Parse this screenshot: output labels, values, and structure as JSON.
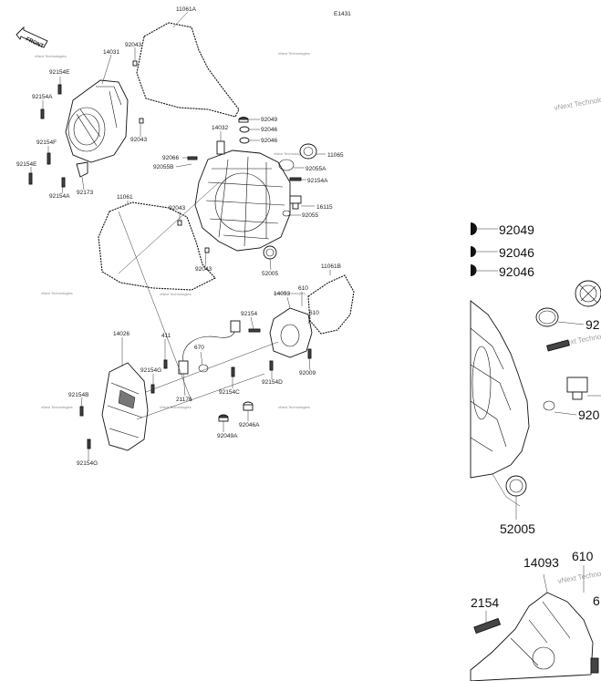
{
  "diagram_code": "E1431",
  "front_label": "FRONT",
  "watermark": "vNext Technologies",
  "labels": {
    "l11061A": "11061A",
    "l14031": "14031",
    "l92043a": "92043",
    "l92154E": "92154E",
    "l92154Aa": "92154A",
    "l92043b": "92043",
    "l92154F": "92154F",
    "l92154Eb": "92154E",
    "l92154Ab": "92154A",
    "l92173": "92173",
    "l14032": "14032",
    "l92049": "92049",
    "l92046a": "92046",
    "l92046b": "92046",
    "l11065": "11065",
    "l92066": "92066",
    "l92055B": "92055B",
    "l92055A": "92055A",
    "l92154Ac": "92154A",
    "l11061": "11061",
    "l92043c": "92043",
    "l16115": "16115",
    "l92055": "92055",
    "l92043d": "92043",
    "l52005": "52005",
    "l11061B": "11061B",
    "l14093": "14093",
    "l610a": "610",
    "l610b": "610",
    "l92154": "92154",
    "l14026": "14026",
    "l411": "411",
    "l670": "670",
    "l92154G": "92154G",
    "l92009": "92009",
    "l92154B": "92154B",
    "l21176": "21176",
    "l92154C": "92154C",
    "l92154D": "92154D",
    "l92046A": "92046A",
    "l92049A": "92049A",
    "l92154Gb": "92154G"
  },
  "zoom_labels": {
    "z92049": "92049",
    "z92046a": "92046",
    "z92046b": "92046",
    "z92a": "92",
    "z920": "920",
    "z52005": "52005",
    "z14093": "14093",
    "z610": "610",
    "z2154": "2154",
    "z6": "6"
  }
}
